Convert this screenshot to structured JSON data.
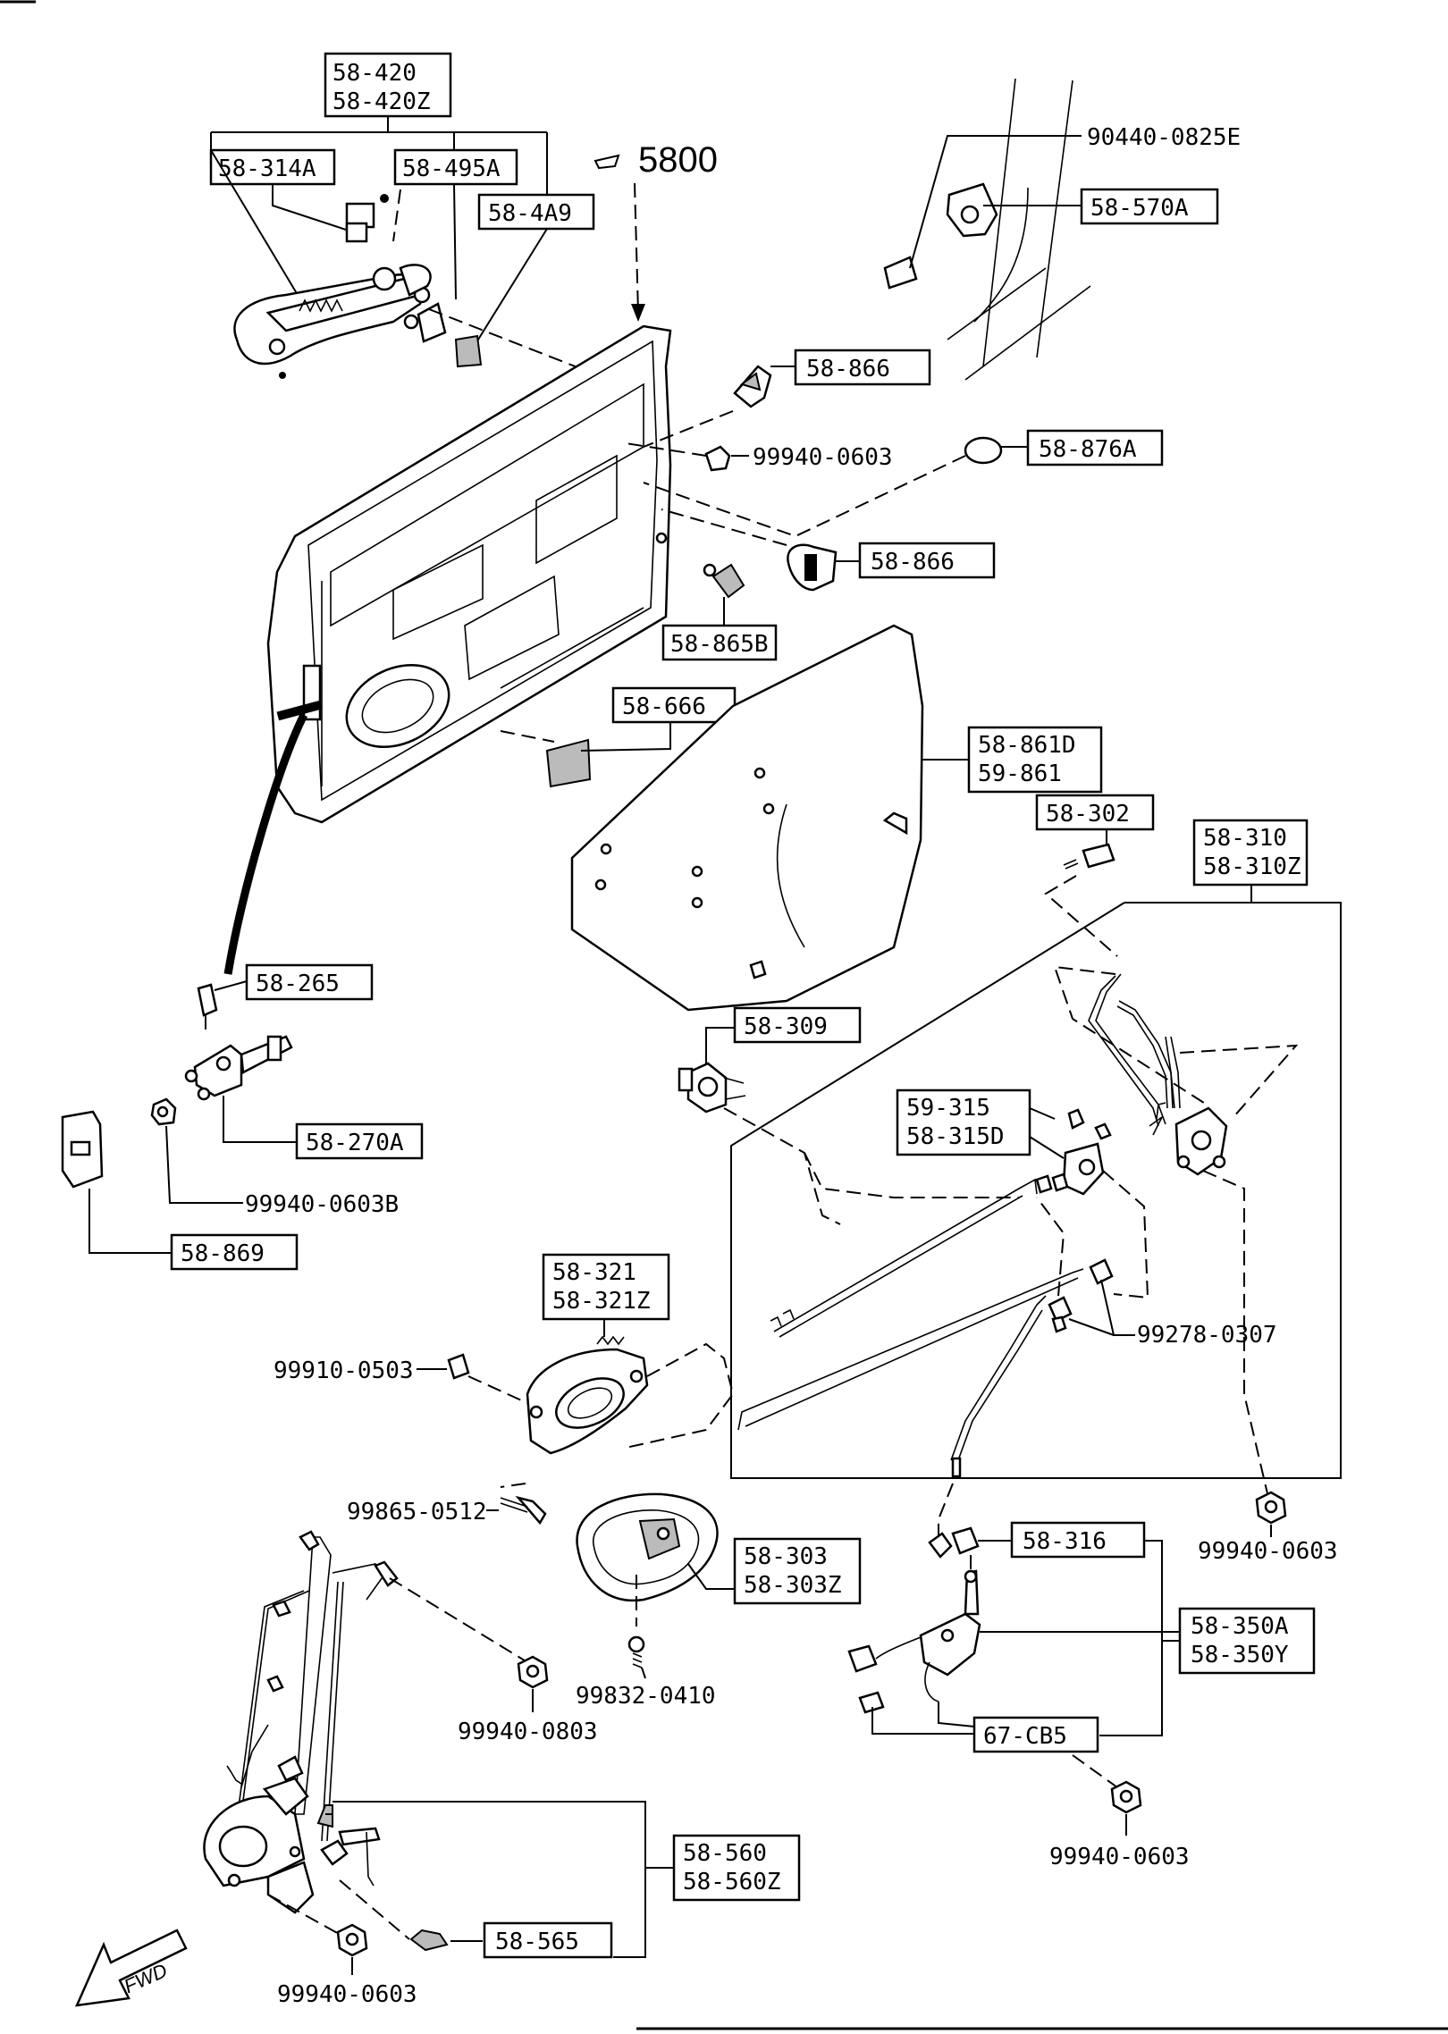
{
  "diagram": {
    "section_ref": "5800",
    "fwd_label": "FWD",
    "callouts": {
      "handle_outer_1": "58-420",
      "handle_outer_2": "58-420Z",
      "handle_rod": "58-314A",
      "handle_clip": "58-495A",
      "handle_pad": "58-4A9",
      "striker_bolt": "90440-0825E",
      "striker": "58-570A",
      "grommet_upper": "58-866",
      "nut_upper": "99940-0603",
      "plug": "58-876A",
      "grommet_lower": "58-866",
      "stopper": "58-865B",
      "sealing_pad": "58-666",
      "glass_1": "58-861D",
      "glass_2": "59-861",
      "screw_302": "58-302",
      "lock_1": "58-310",
      "lock_2": "58-310Z",
      "checker_pin": "58-265",
      "checker": "58-270A",
      "checker_nut": "99940-0603B",
      "trim_clip": "58-869",
      "key_cyl": "58-309",
      "lock_lever_1": "59-315",
      "lock_lever_2": "58-315D",
      "clip_99278": "99278-0307",
      "inner_handle_1": "58-321",
      "inner_handle_2": "58-321Z",
      "screw_99910": "99910-0503",
      "bolt_99865": "99865-0512",
      "bezel_1": "58-303",
      "bezel_2": "58-303Z",
      "screw_99832": "99832-0410",
      "nut_99940_0803": "99940-0803",
      "nut_right_lock": "99940-0603",
      "actuator_rod": "58-316",
      "actuator_1": "58-350A",
      "actuator_2": "58-350Y",
      "harness": "67-CB5",
      "nut_actuator": "99940-0603",
      "regulator_1": "58-560",
      "regulator_2": "58-560Z",
      "reg_clip": "58-565",
      "nut_regulator": "99940-0603"
    }
  }
}
